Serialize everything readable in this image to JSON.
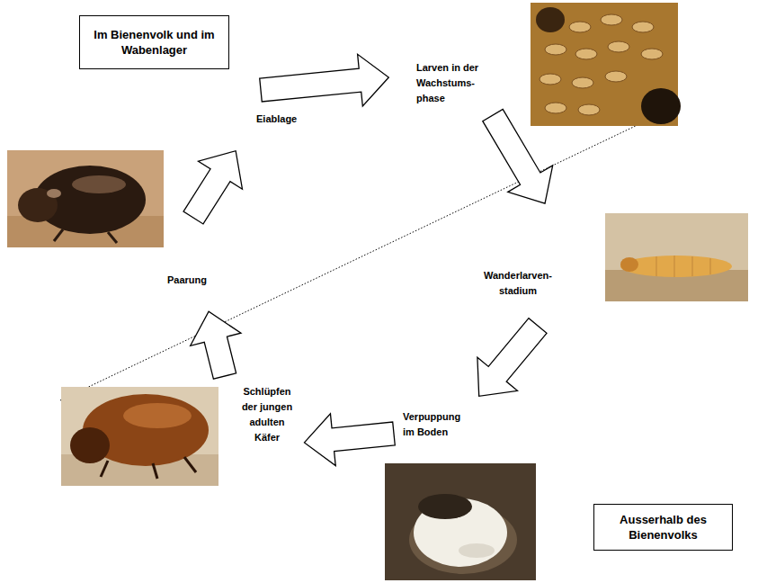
{
  "diagram": {
    "nodes": [
      {
        "text": [
          "Im Bienenvolk und im Wabenlager"
        ]
      },
      {
        "text": [
          "Ausserhalb des Bienenvolks"
        ]
      }
    ],
    "labels": [
      "Eiablage",
      "Larven in der Wachstums- phase",
      "Paarung",
      "Wanderlarven- stadium",
      "Schlüpfen der jungen adulten Käfer",
      "Verpuppung im Boden"
    ]
  }
}
